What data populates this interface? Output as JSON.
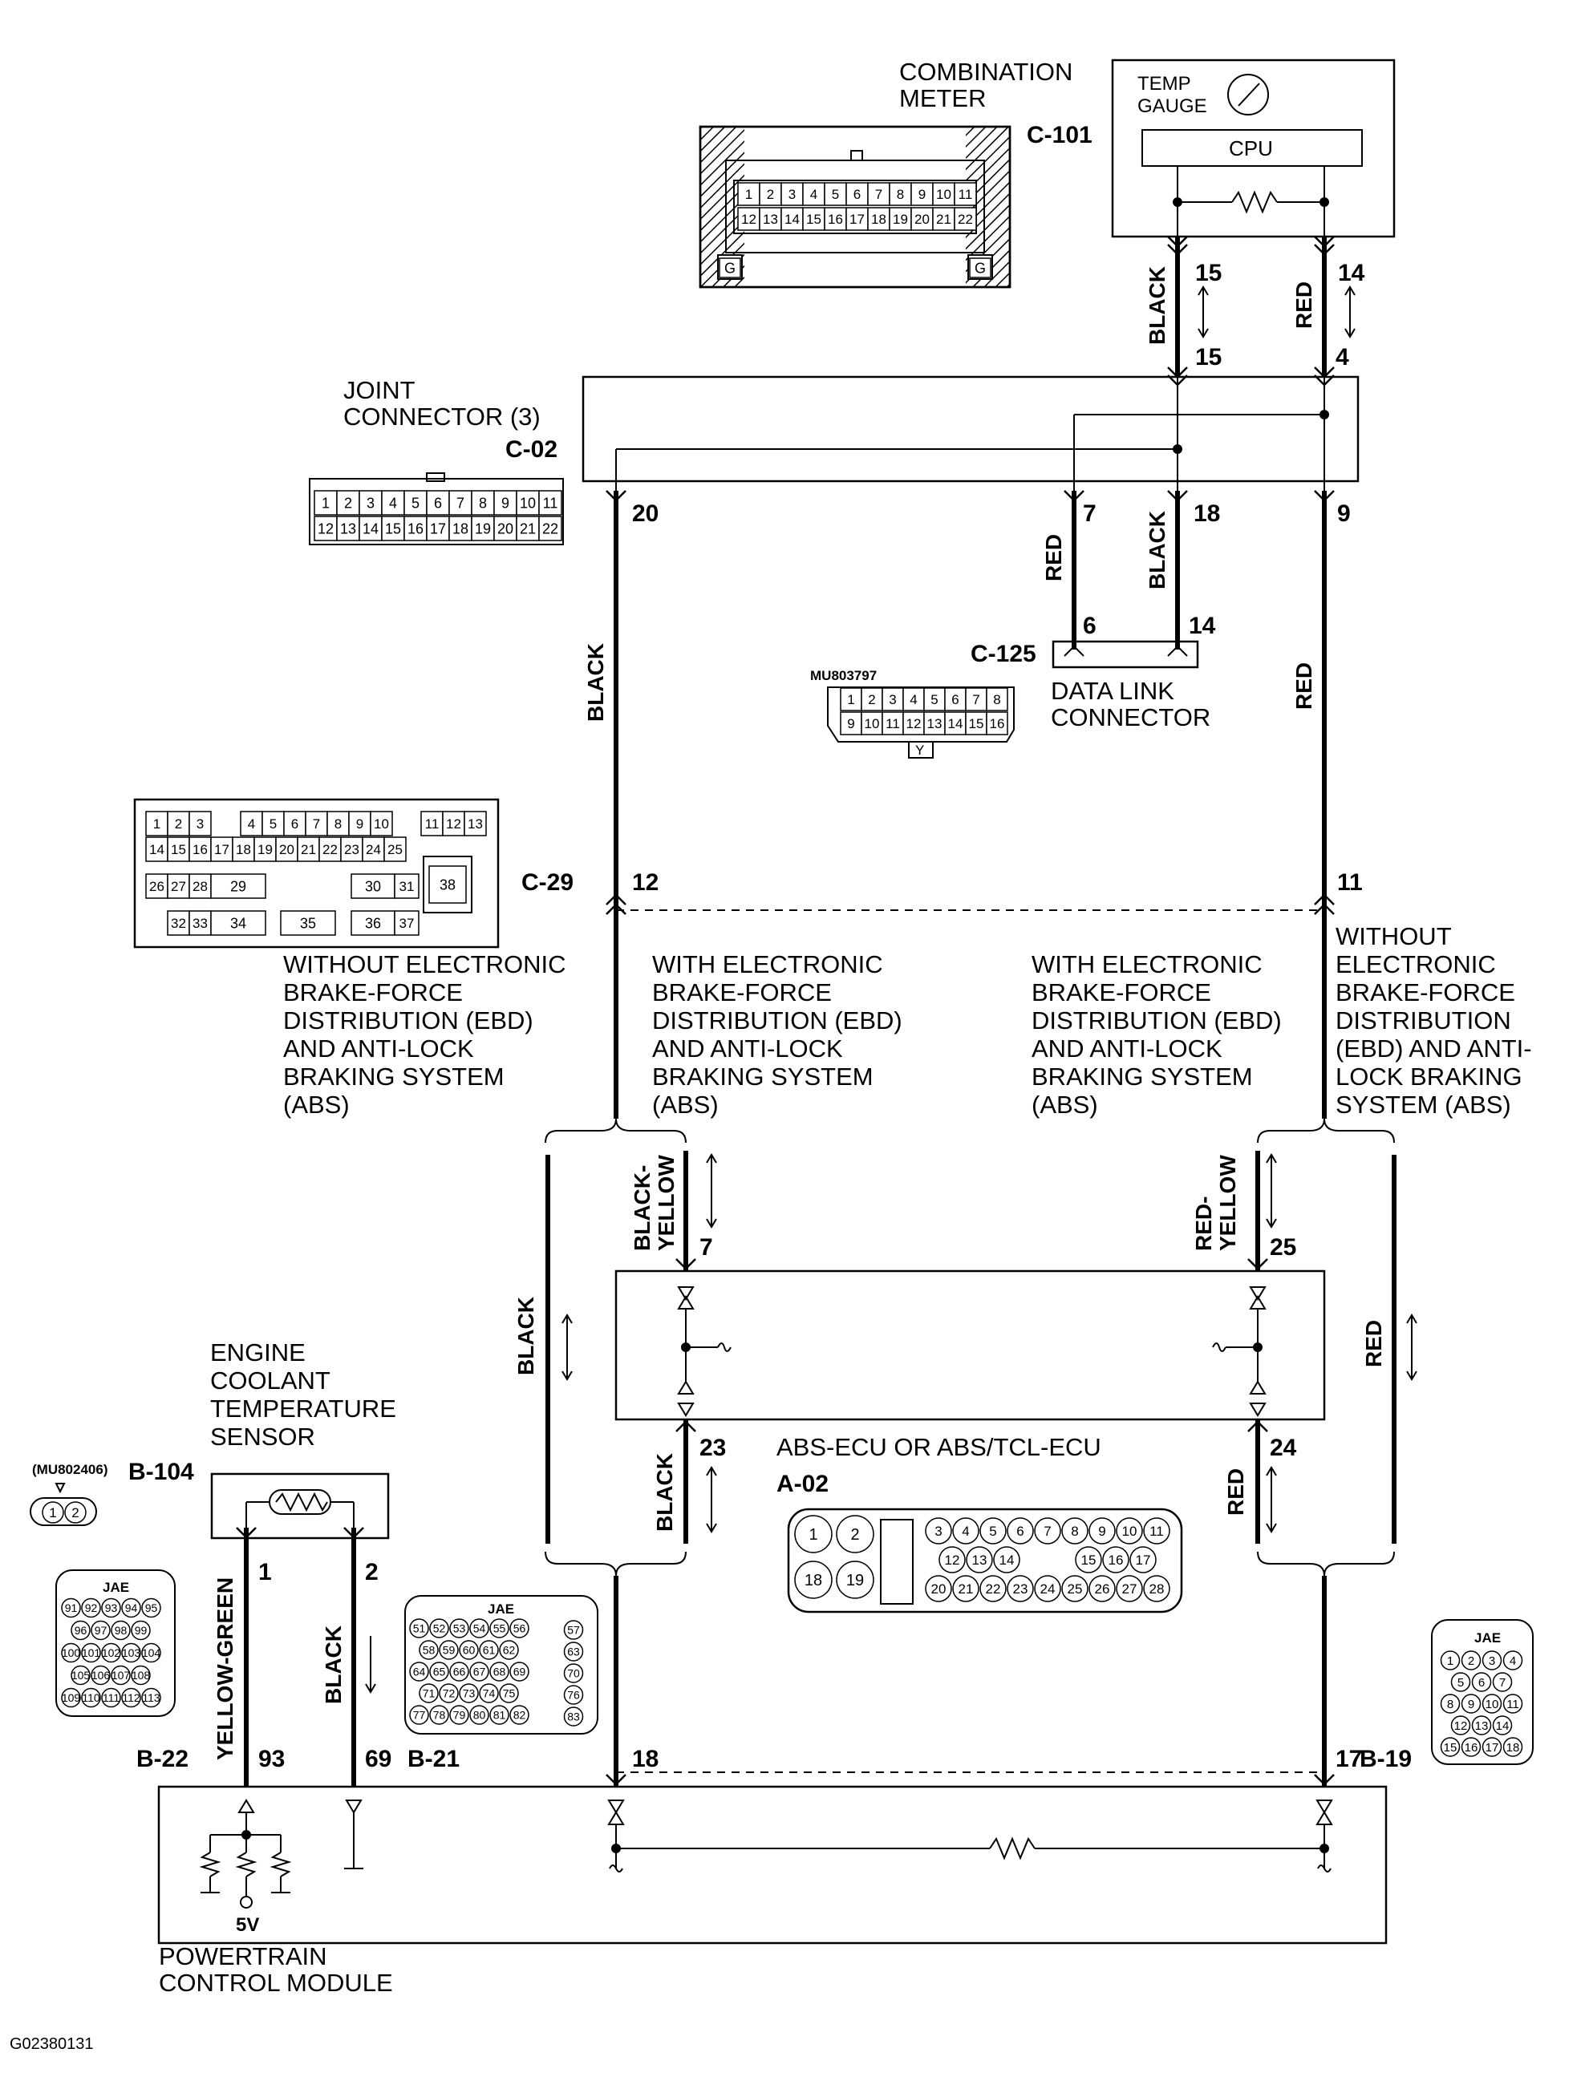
{
  "components": {
    "combination_meter": {
      "title_lines": [
        "COMBINATION",
        "METER"
      ],
      "id": "C-101",
      "gauge": [
        "TEMP",
        "GAUGE"
      ],
      "cpu": "CPU"
    },
    "joint_connector": {
      "title_lines": [
        "JOINT",
        "CONNECTOR (3)"
      ],
      "id": "C-02"
    },
    "data_link": {
      "title_lines": [
        "DATA LINK",
        "CONNECTOR"
      ],
      "id": "C-125",
      "part": "MU803797",
      "key": "Y"
    },
    "c29": {
      "id": "C-29"
    },
    "engine_sensor": {
      "title_lines": [
        "ENGINE",
        "COOLANT",
        "TEMPERATURE",
        "SENSOR"
      ],
      "id": "B-104",
      "part": "(MU802406)"
    },
    "abs_ecu": {
      "title": "ABS-ECU OR ABS/TCL-ECU",
      "id": "A-02"
    },
    "pcm": {
      "title_lines": [
        "POWERTRAIN",
        "CONTROL MODULE"
      ],
      "voltage": "5V"
    },
    "b22": {
      "id": "B-22",
      "jae": "JAE"
    },
    "b21": {
      "id": "B-21",
      "jae": "JAE"
    },
    "b19": {
      "id": "B-19",
      "jae": "JAE"
    }
  },
  "variants": {
    "left_without": [
      "WITHOUT ELECTRONIC",
      "BRAKE-FORCE",
      "DISTRIBUTION (EBD)",
      "AND ANTI-LOCK",
      "BRAKING SYSTEM",
      "(ABS)"
    ],
    "left_with": [
      "WITH ELECTRONIC",
      "BRAKE-FORCE",
      "DISTRIBUTION (EBD)",
      "AND ANTI-LOCK",
      "BRAKING SYSTEM",
      "(ABS)"
    ],
    "right_with": [
      "WITH ELECTRONIC",
      "BRAKE-FORCE",
      "DISTRIBUTION (EBD)",
      "AND ANTI-LOCK",
      "BRAKING SYSTEM",
      "(ABS)"
    ],
    "right_without": [
      "WITHOUT",
      "ELECTRONIC",
      "BRAKE-FORCE",
      "DISTRIBUTION",
      "(EBD) AND ANTI-",
      "LOCK BRAKING",
      "SYSTEM (ABS)"
    ]
  },
  "wire_colors": {
    "black": "BLACK",
    "red": "RED",
    "black_yellow": [
      "BLACK-",
      "YELLOW"
    ],
    "red_yellow": [
      "RED-",
      "YELLOW"
    ],
    "yellow_green": "YELLOW-GREEN"
  },
  "pins": {
    "c101_15": "15",
    "c101_14": "14",
    "c02_15": "15",
    "c02_4": "4",
    "c02_20": "20",
    "c02_7": "7",
    "c02_18": "18",
    "c02_9": "9",
    "dlc_6": "6",
    "dlc_14": "14",
    "c29_12": "12",
    "c29_11": "11",
    "abs_7": "7",
    "abs_25": "25",
    "abs_23": "23",
    "abs_24": "24",
    "sens_1": "1",
    "sens_2": "2",
    "pcm_93": "93",
    "pcm_69": "69",
    "pcm_18": "18",
    "pcm_17": "17"
  },
  "connector_faces": {
    "c101_row1": [
      "1",
      "2",
      "3",
      "4",
      "5",
      "6",
      "7",
      "8",
      "9",
      "10",
      "11"
    ],
    "c101_row2": [
      "12",
      "13",
      "14",
      "15",
      "16",
      "17",
      "18",
      "19",
      "20",
      "21",
      "22"
    ],
    "c101_key": "G",
    "c02_row1": [
      "1",
      "2",
      "3",
      "4",
      "5",
      "6",
      "7",
      "8",
      "9",
      "10",
      "11"
    ],
    "c02_row2": [
      "12",
      "13",
      "14",
      "15",
      "16",
      "17",
      "18",
      "19",
      "20",
      "21",
      "22"
    ],
    "dlc_row1": [
      "1",
      "2",
      "3",
      "4",
      "5",
      "6",
      "7",
      "8"
    ],
    "dlc_row2": [
      "9",
      "10",
      "11",
      "12",
      "13",
      "14",
      "15",
      "16"
    ],
    "c29_row1": [
      "1",
      "2",
      "3",
      "4",
      "5",
      "6",
      "7",
      "8",
      "9",
      "10",
      "11",
      "12",
      "13"
    ],
    "c29_row2": [
      "14",
      "15",
      "16",
      "17",
      "18",
      "19",
      "20",
      "21",
      "22",
      "23",
      "24",
      "25"
    ],
    "c29_row3": [
      "26",
      "27",
      "28",
      "29",
      "30",
      "31"
    ],
    "c29_row4": [
      "32",
      "33",
      "34",
      "35",
      "36",
      "37"
    ],
    "c29_big": "38",
    "sensor_face": [
      "1",
      "2"
    ],
    "b22_rows": [
      [
        "91",
        "92",
        "93",
        "94",
        "95"
      ],
      [
        "96",
        "97",
        "98",
        "99"
      ],
      [
        "100",
        "101",
        "102",
        "103",
        "104"
      ],
      [
        "105",
        "106",
        "107",
        "108"
      ],
      [
        "109",
        "110",
        "111",
        "112",
        "113"
      ]
    ],
    "b21_rows": [
      [
        "51",
        "52",
        "53",
        "54",
        "55",
        "56"
      ],
      [
        "58",
        "59",
        "60",
        "61",
        "62"
      ],
      [
        "64",
        "65",
        "66",
        "67",
        "68",
        "69"
      ],
      [
        "71",
        "72",
        "73",
        "74",
        "75"
      ],
      [
        "77",
        "78",
        "79",
        "80",
        "81",
        "82"
      ]
    ],
    "b21_right": [
      "57",
      "63",
      "70",
      "76",
      "83"
    ],
    "b19_rows": [
      [
        "1",
        "2",
        "3",
        "4"
      ],
      [
        "5",
        "6",
        "7"
      ],
      [
        "8",
        "9",
        "10",
        "11"
      ],
      [
        "12",
        "13",
        "14"
      ],
      [
        "15",
        "16",
        "17",
        "18"
      ]
    ],
    "a02_big": [
      "1",
      "2",
      "18",
      "19"
    ],
    "a02_row1": [
      "3",
      "4",
      "5",
      "6",
      "7",
      "8",
      "9",
      "10",
      "11"
    ],
    "a02_row2": [
      "12",
      "13",
      "14",
      "15",
      "16",
      "17"
    ],
    "a02_row3": [
      "20",
      "21",
      "22",
      "23",
      "24",
      "25",
      "26",
      "27",
      "28"
    ]
  },
  "figure_id": "G02380131"
}
